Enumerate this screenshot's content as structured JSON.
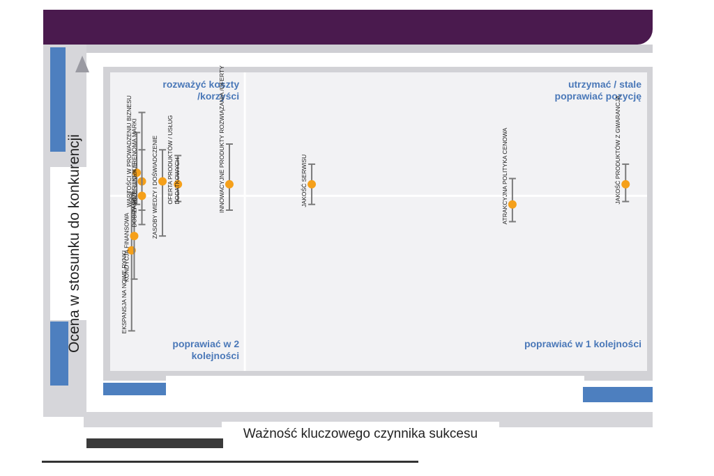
{
  "axes": {
    "ylabel": "Ocena w stosunku do konkurencji",
    "xlabel": "Ważność kluczowego czynnika sukcesu"
  },
  "chart_data": {
    "type": "scatter",
    "title": "",
    "xlabel": "Ważność kluczowego czynnika sukcesu",
    "ylabel": "Ocena w stosunku do konkurencji",
    "xlim": [
      0,
      10
    ],
    "ylim": [
      0,
      10
    ],
    "grid": false,
    "x_divider": 2.4,
    "y_divider": 5.9,
    "quadrants": {
      "top_left": "rozważyć koszty /korzyści",
      "top_right": "utrzymać / stale poprawiać pozycję",
      "bottom_left": "poprawiać w 2 kolejności",
      "bottom_right": "poprawiać w 1 kolejności"
    },
    "points": [
      {
        "label": "EKSPANSJA NA NOWE RYNKI",
        "x": 0.2,
        "y": 4.0,
        "err_low": 1.2,
        "err_high": 6.0
      },
      {
        "label": "KONDYCJA FINANSOWA",
        "x": 0.25,
        "y": 4.5,
        "err_low": 3.0,
        "err_high": 5.8
      },
      {
        "label": "WARTOŚCI W PROWADZENIU BIZNESU",
        "x": 0.3,
        "y": 6.7,
        "err_low": 5.6,
        "err_high": 8.1
      },
      {
        "label": "DOBRY WIZERUNEK / RENOMA MARKI",
        "x": 0.4,
        "y": 6.4,
        "err_low": 4.9,
        "err_high": 7.5
      },
      {
        "label": "ZASOBY LUDZKIE",
        "x": 0.4,
        "y": 5.9,
        "err_low": 5.4,
        "err_high": 8.8
      },
      {
        "label": "ZASOBY WIEDZY I DOŚWIADCZENIE",
        "x": 0.8,
        "y": 6.4,
        "err_low": 4.5,
        "err_high": 7.5
      },
      {
        "label": "OFERTA PRODUKTÓW / USŁUG DODATKOWYCH",
        "x": 1.1,
        "y": 6.3,
        "err_low": 5.7,
        "err_high": 7.3
      },
      {
        "label": "INNOWACYJNE PRODUKTY ROZWIĄZANIA /OFERTY",
        "x": 2.1,
        "y": 6.3,
        "err_low": 5.4,
        "err_high": 7.7
      },
      {
        "label": "JAKOŚĆ SERWISU",
        "x": 3.7,
        "y": 6.3,
        "err_low": 5.6,
        "err_high": 7.0
      },
      {
        "label": "ATRAKCYJNA POLITYKA CENOWA",
        "x": 7.6,
        "y": 5.6,
        "err_low": 5.0,
        "err_high": 6.5
      },
      {
        "label": "JAKOŚĆ PRODUKTÓW Z GWARANCJĄ",
        "x": 9.8,
        "y": 6.3,
        "err_low": 5.7,
        "err_high": 7.0
      }
    ],
    "colors": {
      "point": "#f5a01a",
      "errorbar": "#7a7a7a",
      "quadrant_text": "#4a78b8",
      "divider": "#ffffff"
    }
  }
}
